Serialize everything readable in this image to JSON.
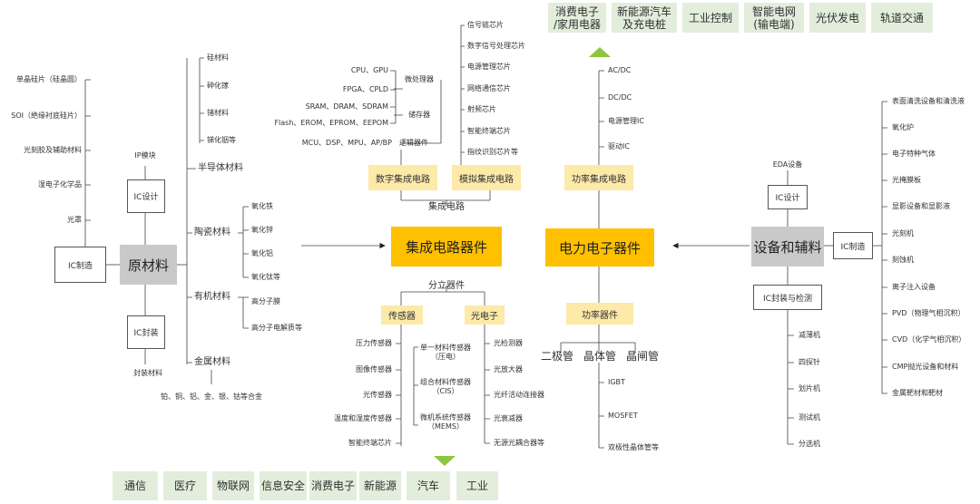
{
  "top_applications": [
    "消费电子\n/家用电器",
    "新能源汽车\n及充电桩",
    "工业控制",
    "智能电网\n(输电端)",
    "光伏发电",
    "轨道交通"
  ],
  "bottom_applications": [
    "通信",
    "医疗",
    "物联网",
    "信息安全",
    "消费电子",
    "新能源",
    "汽车",
    "工业"
  ],
  "left": {
    "title": "原材料",
    "design": "IC设计",
    "manufacture": "IC制造",
    "package": "IC封装",
    "ip_module": "IP模块",
    "package_material": "封装材料",
    "manufacture_materials": [
      "单晶硅片（硅晶圆）",
      "SOI（绝缘衬底硅片）",
      "光刻胶及辅助材料",
      "湿电子化学品",
      "光罩"
    ],
    "semi": {
      "label": "半导体材料",
      "items": [
        "硅材料",
        "砷化镓",
        "锗材料",
        "锑化铟等"
      ]
    },
    "ceramic": {
      "label": "陶瓷材料",
      "items": [
        "氧化铁",
        "氧化锌",
        "氧化铝",
        "氧化钛等"
      ]
    },
    "organic": {
      "label": "有机材料",
      "items": [
        "高分子膜",
        "高分子电解质等"
      ]
    },
    "metal": {
      "label": "金属材料",
      "items": [
        "铂、铜、铝、金、银、钴等合金"
      ]
    }
  },
  "ic": {
    "title": "集成电路器件",
    "ic_label": "集成电路",
    "digital": "数字集成电路",
    "analog": "模拟集成电路",
    "micro": {
      "label": "微处理器",
      "items": [
        "CPU、GPU",
        "FPGA、CPLD"
      ]
    },
    "storage": {
      "label": "储存器",
      "items": [
        "SRAM、DRAM、SDRAM",
        "Flash、EROM、EPROM、EEPOM"
      ]
    },
    "logic": {
      "label": "逻辑器件",
      "item": "MCU、DSP、MPU、AP/BP"
    },
    "analog_items": [
      "信号链芯片",
      "数字信号处理芯片",
      "电源管理芯片",
      "网络通信芯片",
      "射频芯片",
      "智能终端芯片",
      "指纹识别芯片等"
    ],
    "discrete": "分立器件",
    "sensor": "传感器",
    "optical": "光电子",
    "sensor_items": [
      "压力传感器",
      "图像传感器",
      "光传感器",
      "温度和湿度传感器",
      "智能终端芯片"
    ],
    "sensor_types": [
      "单一材料传感器\n（压电）",
      "组合材料传感器\n（CIS）",
      "微机系统传感器\n（MEMS）"
    ],
    "optical_items": [
      "光检测器",
      "光放大器",
      "光纤活动连接器",
      "光衰减器",
      "无源光耦合器等"
    ]
  },
  "power": {
    "title": "电力电子器件",
    "pic": "功率集成电路",
    "pic_items": [
      "AC/DC",
      "DC/DC",
      "电源管理IC",
      "驱动IC"
    ],
    "device": "功率器件",
    "device_types": [
      "二极管",
      "晶体管",
      "晶闸管"
    ],
    "transistor_items": [
      "IGBT",
      "MOSFET",
      "双极性晶体管等"
    ]
  },
  "equipment": {
    "title": "设备和辅料",
    "eda": "EDA设备",
    "design": "IC设计",
    "manufacture": "IC制造",
    "package": "IC封装与检测",
    "manufacture_items": [
      "表面清洗设备和清洗液",
      "氧化炉",
      "电子特种气体",
      "光掩膜板",
      "显影设备和显影液",
      "光刻机",
      "刻蚀机",
      "离子注入设备",
      "PVD（物理气相沉积）",
      "CVD（化学气相沉积）",
      "CMP抛光设备和材料",
      "金属靶材和靶材"
    ],
    "package_items": [
      "减薄机",
      "四探针",
      "划片机",
      "测试机",
      "分选机"
    ]
  },
  "colors": {
    "green_box": "#e2eedb",
    "triangle": "#8cc63f",
    "gold": "#ffc000",
    "yellow_box": "#fde9a8",
    "gray": "#c9c9c9"
  }
}
